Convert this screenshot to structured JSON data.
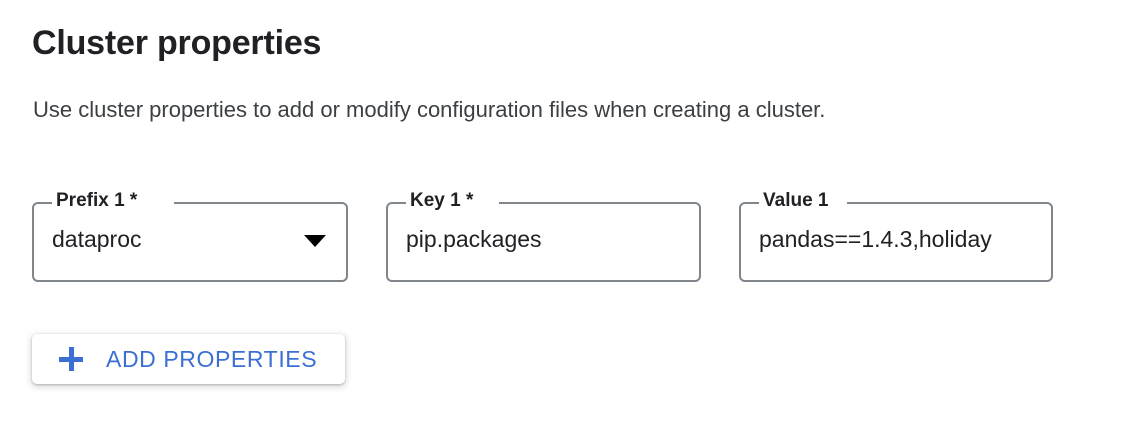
{
  "section": {
    "title": "Cluster properties",
    "description": "Use cluster properties to add or modify configuration files when creating a cluster."
  },
  "form": {
    "fields": [
      {
        "name": "prefix",
        "label": "Prefix 1 *",
        "value": "dataproc",
        "control": "select",
        "required": true,
        "icon": "chevron-down-icon"
      },
      {
        "name": "key",
        "label": "Key 1 *",
        "value": "pip.packages",
        "control": "text",
        "required": true
      },
      {
        "name": "value",
        "label": "Value 1",
        "value": "pandas==1.4.3,holiday",
        "control": "text",
        "required": false
      }
    ]
  },
  "actions": {
    "add_properties": {
      "label": "ADD PROPERTIES",
      "icon": "plus-icon"
    }
  },
  "colors": {
    "accent_blue": "#3c6fd4",
    "field_border": "#80868b",
    "text_primary": "#202124",
    "text_secondary": "#3c4043",
    "background": "#ffffff"
  }
}
